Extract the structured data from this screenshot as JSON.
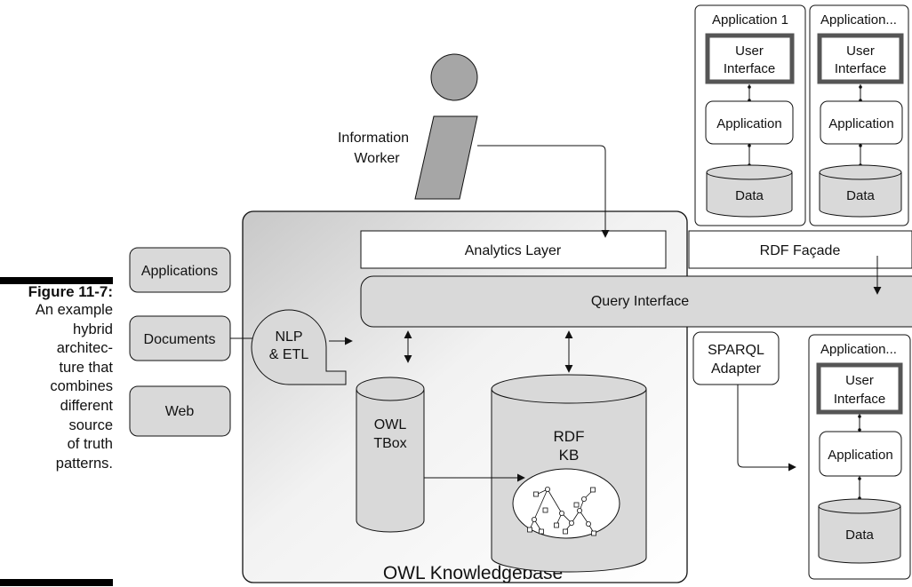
{
  "figure": {
    "number": "Figure 11-7:",
    "caption_lines": [
      "An example",
      "hybrid",
      "architec-",
      "ture that",
      "combines",
      "different",
      "source",
      "of truth",
      "patterns."
    ]
  },
  "person": {
    "label_line1": "Information",
    "label_line2": "Worker"
  },
  "knowledgebase": {
    "title": "OWL Knowledgebase",
    "analytics_layer": "Analytics Layer",
    "query_interface": "Query Interface",
    "nlp_line1": "NLP",
    "nlp_line2": "& ETL",
    "owl_line1": "OWL",
    "owl_line2": "TBox",
    "rdf_line1": "RDF",
    "rdf_line2": "KB"
  },
  "sources": [
    "Applications",
    "Documents",
    "Web"
  ],
  "rdf_facade": "RDF Façade",
  "sparql": {
    "line1": "SPARQL",
    "line2": "Adapter"
  },
  "applications": [
    {
      "title": "Application 1",
      "ui_line1": "User",
      "ui_line2": "Interface",
      "app": "Application",
      "data": "Data"
    },
    {
      "title": "Application...",
      "ui_line1": "User",
      "ui_line2": "Interface",
      "app": "Application",
      "data": "Data"
    },
    {
      "title": "Application...",
      "ui_line1": "User",
      "ui_line2": "Interface",
      "app": "Application",
      "data": "Data"
    }
  ],
  "colors": {
    "gray_fill": "#d9d9d9",
    "person_fill": "#a6a6a6",
    "ui_border": "#555555",
    "kb_gradient_dark": "#c0c0c0"
  }
}
